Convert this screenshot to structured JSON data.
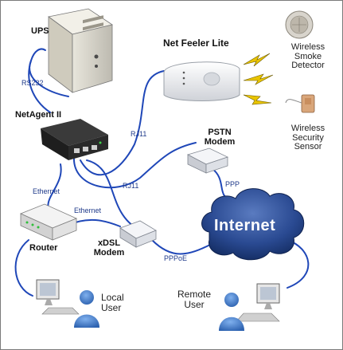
{
  "diagram": {
    "title_netfeeler": "Net Feeler Lite",
    "labels": {
      "ups": "UPS",
      "netagent": "NetAgent II",
      "pstn": [
        "PSTN",
        "Modem"
      ],
      "router": "Router",
      "xdsl": [
        "xDSL",
        "Modem"
      ],
      "internet": "Internet",
      "local_user": [
        "Local",
        "User"
      ],
      "remote_user": [
        "Remote",
        "User"
      ],
      "smoke": [
        "Wireless",
        "Smoke",
        "Detector"
      ],
      "security": [
        "Wireless",
        "Security",
        "Sensor"
      ]
    },
    "connections": {
      "rs232": "RS232",
      "rj11_upper": "RJ11",
      "rj11_lower": "RJ11",
      "ethernet_vertical": "Ethernet",
      "ethernet_router": "Ethernet",
      "ppp": "PPP",
      "pppoe": "PPPoE"
    },
    "colors": {
      "cable": "#1f47b8",
      "cloud": "#1e3a78",
      "user": "#3a78c8",
      "lightning": "#e9c400"
    }
  }
}
